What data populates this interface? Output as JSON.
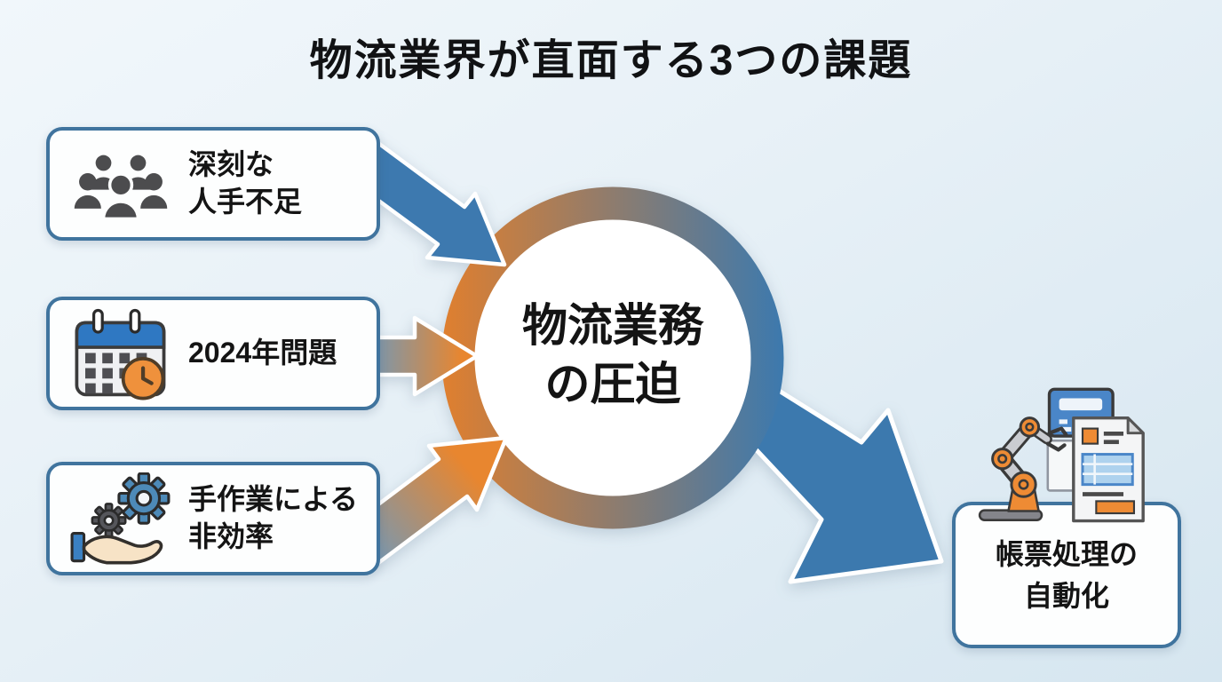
{
  "title": "物流業界が直面する3つの課題",
  "causes": [
    {
      "label": "深刻な\n人手不足",
      "icon": "people-group-icon"
    },
    {
      "label": "2024年問題",
      "icon": "calendar-clock-icon"
    },
    {
      "label": "手作業による\n非効率",
      "icon": "gears-hand-icon"
    }
  ],
  "center": {
    "label": "物流業務\nの圧迫"
  },
  "solution": {
    "label": "帳票処理の\n自動化",
    "icon": "robot-arm-document-icon"
  },
  "colors": {
    "background_top": "#f1f7fb",
    "background_bottom": "#d6e6f0",
    "box_border": "#40749e",
    "box_fill": "#fdfefe",
    "text": "#141414",
    "arrow_blue": "#3d79af",
    "arrow_orange": "#e8862f",
    "arrow_tail_slate": "#7e97aa",
    "ring_gradient_left": "#e07f2e",
    "ring_gradient_right": "#3c79ae",
    "icon_gray": "#4c4c4e",
    "icon_orange": "#ee8b34",
    "icon_blue": "#3a80c2"
  }
}
